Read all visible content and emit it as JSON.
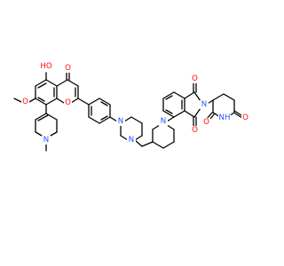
{
  "molecule": {
    "atom_colors": {
      "O": "#ff0d0d",
      "N": "#3050f8",
      "C": "#000000"
    },
    "labels": {
      "hydroxyl": "HO",
      "methoxy_o": "O",
      "ketone_o": "O",
      "pyran_o": "O",
      "dihydropyridine_n": "N",
      "piperazine_n1": "N",
      "piperazine_n2": "N",
      "piperidine_n": "N",
      "imide_o_top": "O",
      "imide_o_bottom": "O",
      "imide_n": "N",
      "glutarimide_o_right": "O",
      "glutarimide_o_left": "O",
      "glutarimide_nh": "NH"
    }
  }
}
